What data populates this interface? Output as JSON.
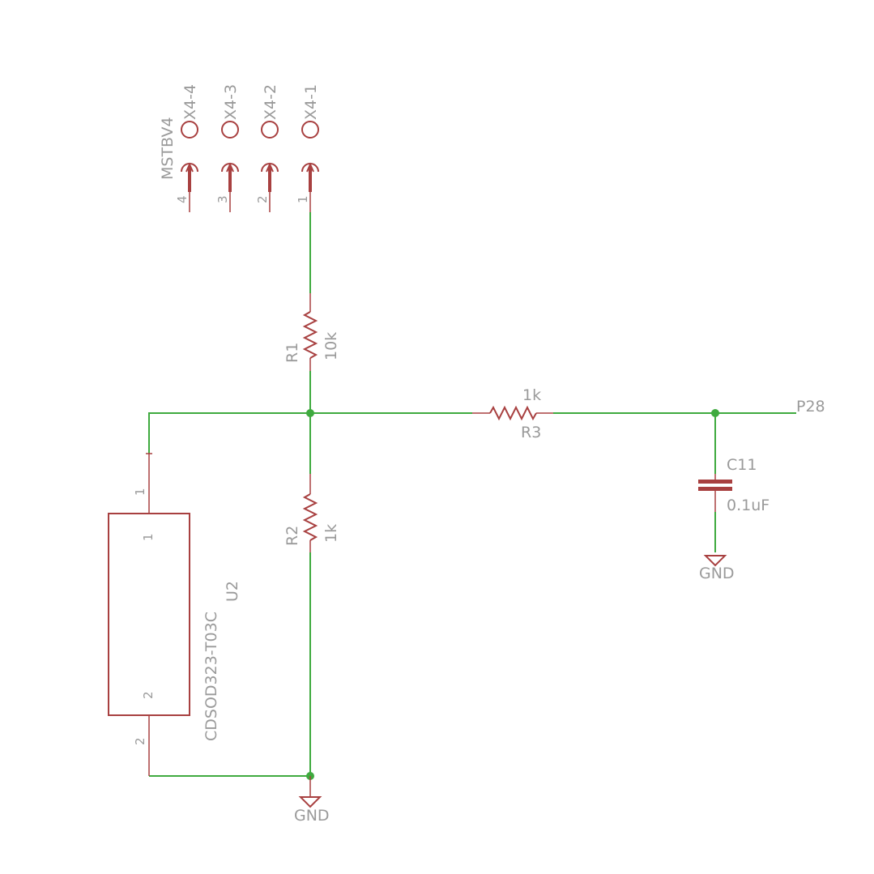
{
  "connector": {
    "name": "MSTBV4",
    "pins": [
      {
        "label": "X4-4",
        "number": "4"
      },
      {
        "label": "X4-3",
        "number": "3"
      },
      {
        "label": "X4-2",
        "number": "2"
      },
      {
        "label": "X4-1",
        "number": "1"
      }
    ]
  },
  "r1": {
    "name": "R1",
    "value": "10k"
  },
  "r2": {
    "name": "R2",
    "value": "1k"
  },
  "r3": {
    "name": "R3",
    "value": "1k"
  },
  "c11": {
    "name": "C11",
    "value": "0.1uF"
  },
  "u2": {
    "name": "U2",
    "value": "CDSOD323-T03C",
    "pin1": "1",
    "pin2": "2"
  },
  "net_label": "P28",
  "gnd": {
    "label": "GND"
  }
}
